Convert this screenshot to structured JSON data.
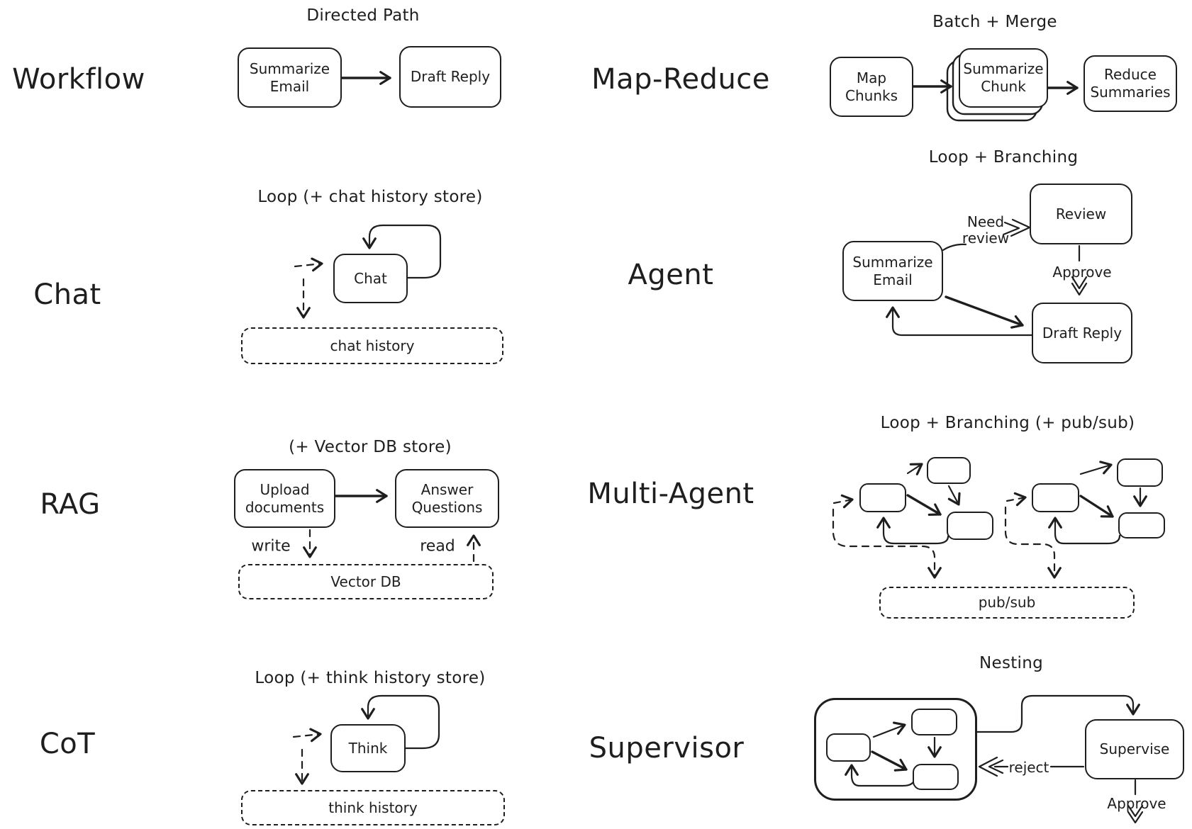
{
  "canvas": {
    "background": "#ffffff",
    "ink": "#1e1e1e"
  },
  "sections": {
    "workflow": {
      "label": "Workflow",
      "pattern": "Directed Path",
      "nodes": {
        "summarize_email": "Summarize Email",
        "draft_reply": "Draft Reply"
      }
    },
    "map_reduce": {
      "label": "Map-Reduce",
      "pattern": "Batch + Merge",
      "nodes": {
        "map_chunks": "Map Chunks",
        "summarize_chunk": "Summarize Chunk",
        "reduce_summaries": "Reduce Summaries"
      }
    },
    "chat": {
      "label": "Chat",
      "pattern": "Loop (+ chat history store)",
      "nodes": {
        "chat": "Chat",
        "chat_history": "chat history"
      }
    },
    "agent": {
      "label": "Agent",
      "pattern": "Loop + Branching",
      "nodes": {
        "summarize_email": "Summarize Email",
        "review": "Review",
        "draft_reply": "Draft Reply"
      },
      "edge_labels": {
        "need_review": "Need review",
        "approve": "Approve"
      }
    },
    "rag": {
      "label": "RAG",
      "pattern": "(+ Vector DB store)",
      "nodes": {
        "upload_documents": "Upload documents",
        "answer_questions": "Answer Questions",
        "vector_db": "Vector DB"
      },
      "edge_labels": {
        "write": "write",
        "read": "read"
      }
    },
    "multi_agent": {
      "label": "Multi-Agent",
      "pattern": "Loop + Branching (+ pub/sub)",
      "nodes": {
        "pub_sub": "pub/sub"
      }
    },
    "cot": {
      "label": "CoT",
      "pattern": "Loop (+ think history store)",
      "nodes": {
        "think": "Think",
        "think_history": "think history"
      }
    },
    "supervisor": {
      "label": "Supervisor",
      "pattern": "Nesting",
      "nodes": {
        "supervise": "Supervise"
      },
      "edge_labels": {
        "reject": "reject",
        "approve": "Approve"
      }
    }
  }
}
